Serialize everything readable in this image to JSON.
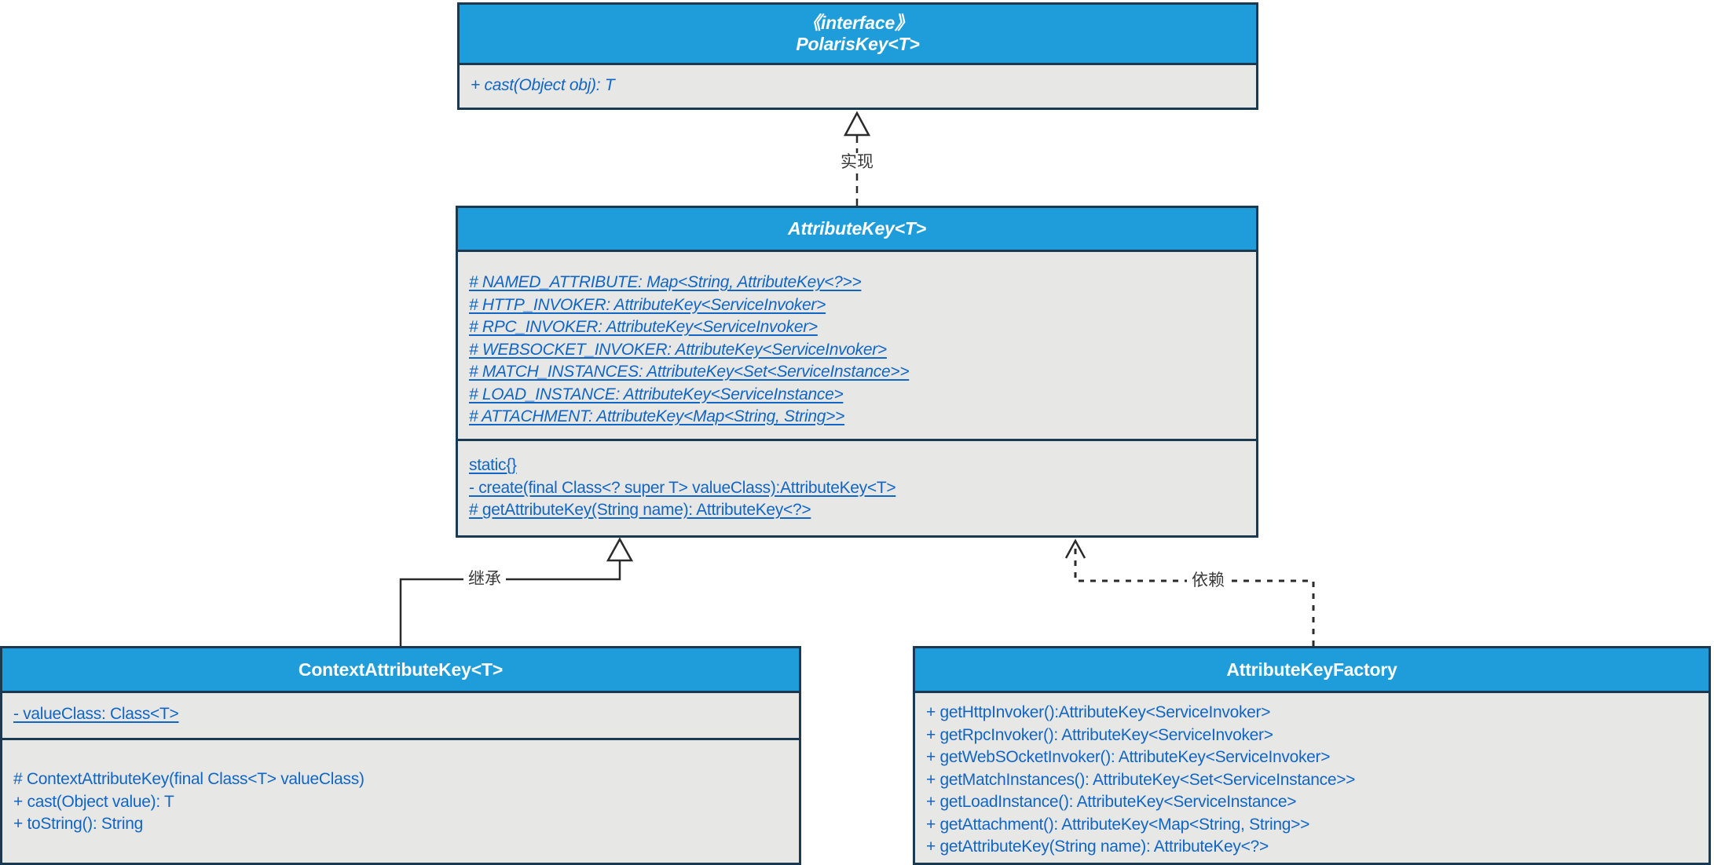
{
  "colors": {
    "header_blue": "#1E9DDA",
    "border_navy": "#1B3A52",
    "body_gray": "#E7E7E6",
    "member_text_blue": "#1166C4",
    "connector_line": "#2B2B2B",
    "relationship_label_text": "#3A3A3A",
    "background": "#FFFFFF",
    "header_title_text": "#FFFFFF"
  },
  "classes": {
    "polarisKey": {
      "stereotype": "《interface》",
      "name": "PolarisKey<T>",
      "methods": [
        "+ cast(Object obj): T"
      ]
    },
    "attributeKey": {
      "name": "AttributeKey<T>",
      "fields": [
        "# NAMED_ATTRIBUTE: Map<String, AttributeKey<?>>",
        "# HTTP_INVOKER: AttributeKey<ServiceInvoker>",
        "# RPC_INVOKER: AttributeKey<ServiceInvoker>",
        "# WEBSOCKET_INVOKER: AttributeKey<ServiceInvoker>",
        "# MATCH_INSTANCES: AttributeKey<Set<ServiceInstance>>",
        "# LOAD_INSTANCE: AttributeKey<ServiceInstance>",
        "# ATTACHMENT: AttributeKey<Map<String, String>>"
      ],
      "methods": [
        "static{}",
        "- create(final Class<? super T> valueClass):AttributeKey<T>",
        "# getAttributeKey(String name): AttributeKey<?>"
      ]
    },
    "contextAttributeKey": {
      "name": "ContextAttributeKey<T>",
      "fields": [
        "- valueClass: Class<T>"
      ],
      "methods": [
        "# ContextAttributeKey(final Class<T> valueClass)",
        "+ cast(Object value): T",
        "+ toString(): String"
      ]
    },
    "attributeKeyFactory": {
      "name": "AttributeKeyFactory",
      "methods": [
        "+ getHttpInvoker():AttributeKey<ServiceInvoker>",
        "+ getRpcInvoker(): AttributeKey<ServiceInvoker>",
        "+ getWebSOcketInvoker(): AttributeKey<ServiceInvoker>",
        "+ getMatchInstances(): AttributeKey<Set<ServiceInstance>>",
        "+ getLoadInstance(): AttributeKey<ServiceInstance>",
        "+ getAttachment(): AttributeKey<Map<String, String>>",
        "+ getAttributeKey(String name): AttributeKey<?>"
      ]
    }
  },
  "relationships": {
    "realization_label": "实现",
    "inheritance_label": "继承",
    "dependency_label": "依赖"
  }
}
